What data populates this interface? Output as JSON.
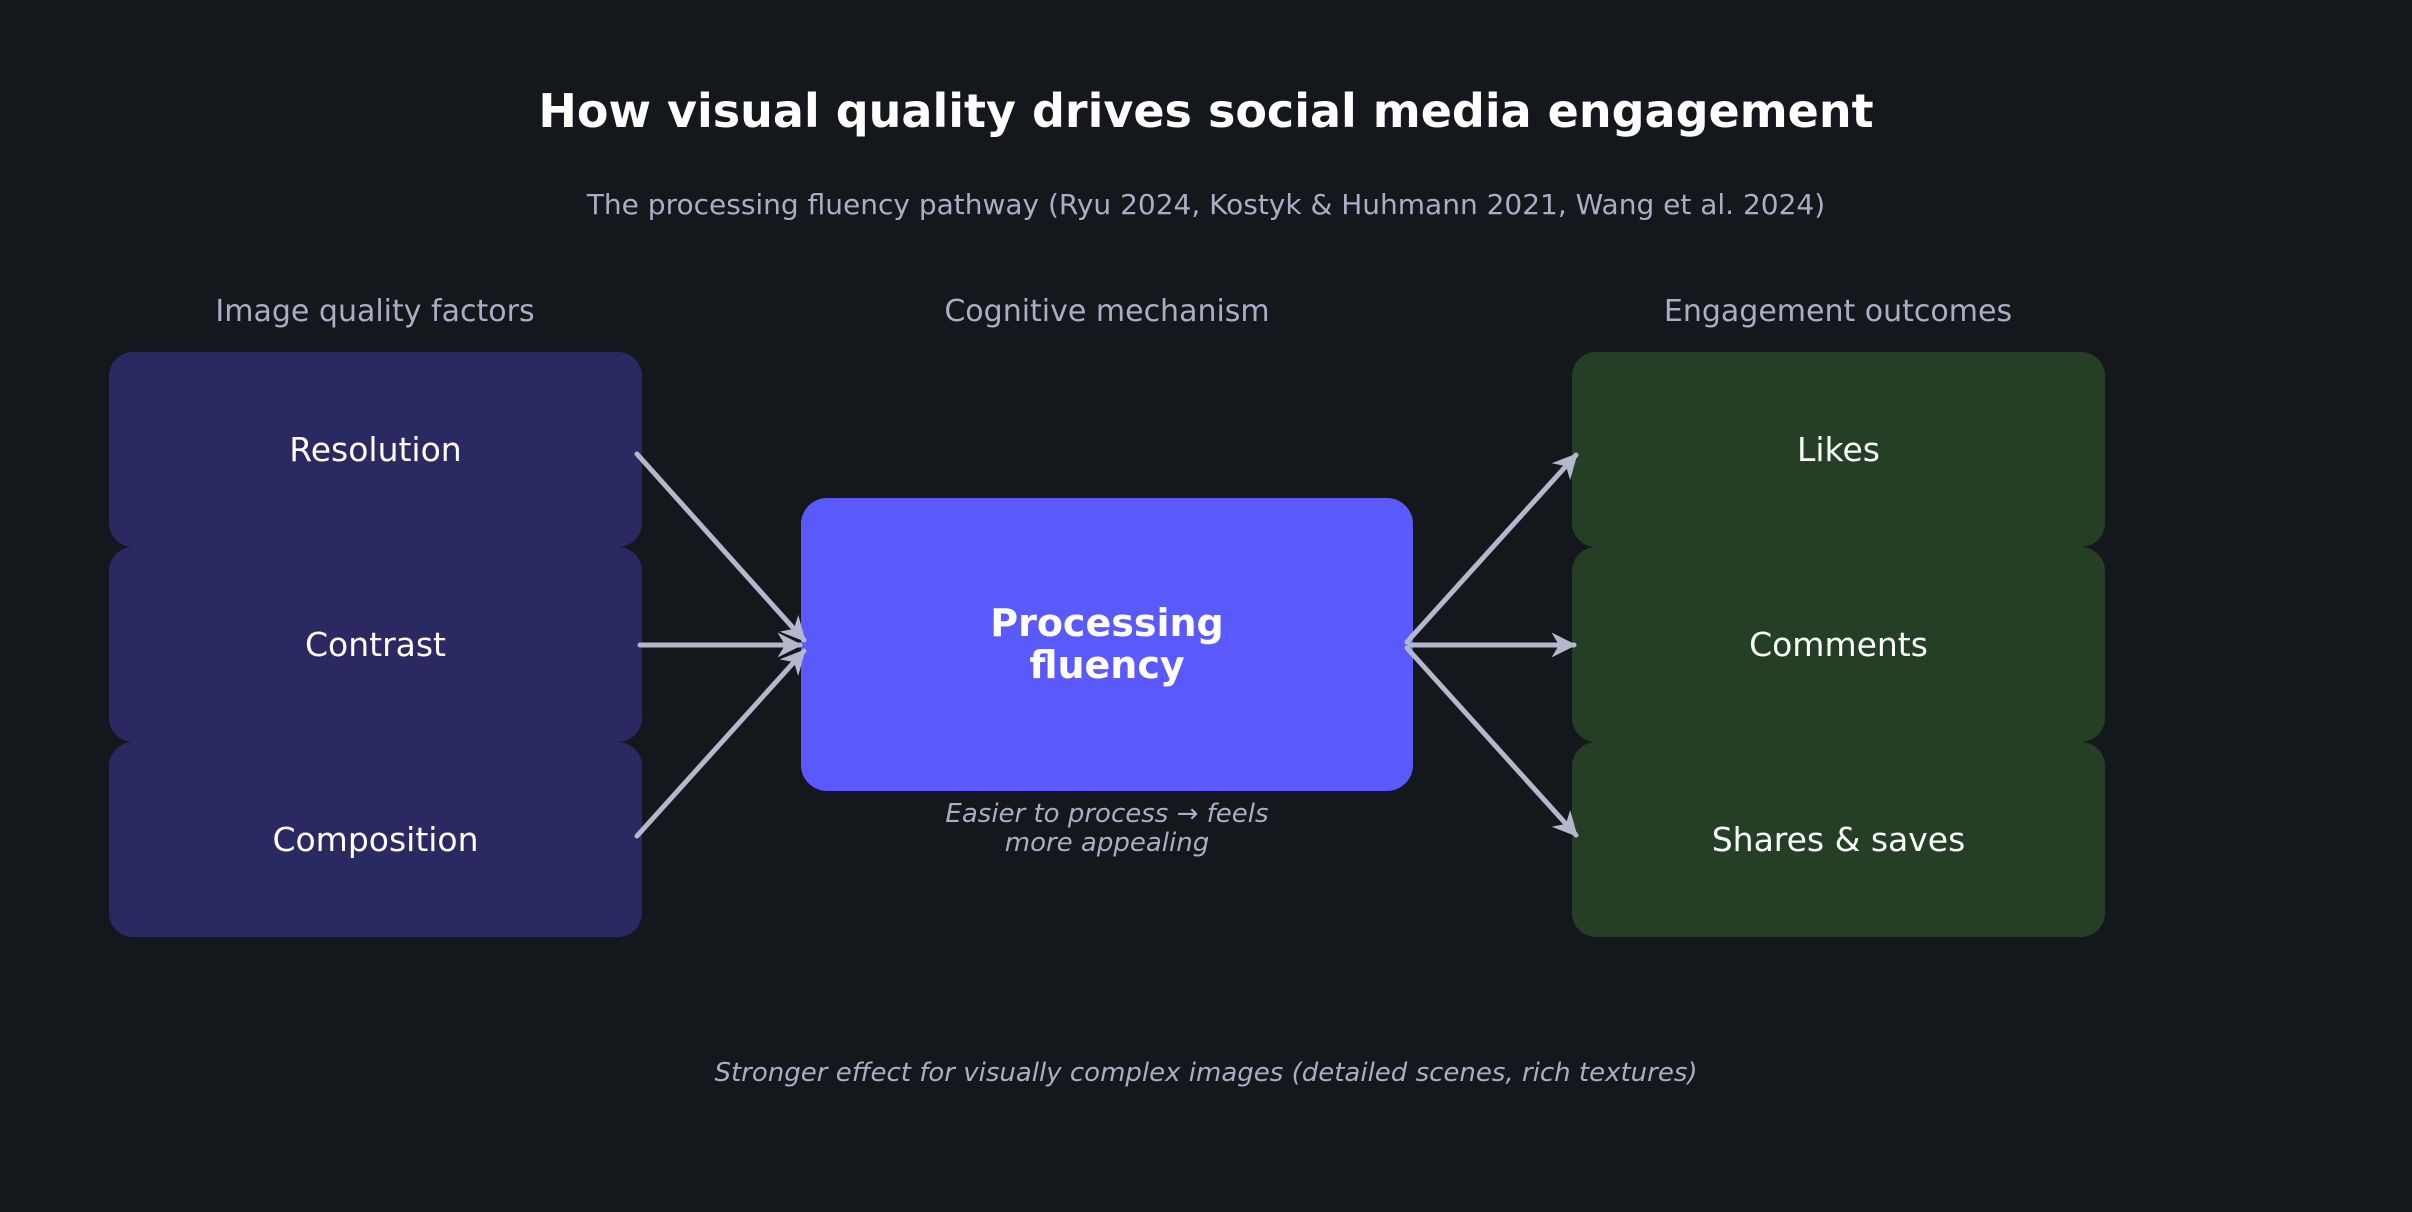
{
  "title": "How visual quality drives social media engagement",
  "subtitle": "The processing fluency pathway (Ryu 2024, Kostyk & Huhmann 2021, Wang et al. 2024)",
  "columns": {
    "left_header": "Image quality factors",
    "center_header": "Cognitive mechanism",
    "right_header": "Engagement outcomes"
  },
  "factors": [
    {
      "label": "Resolution"
    },
    {
      "label": "Contrast"
    },
    {
      "label": "Composition"
    }
  ],
  "mechanism": {
    "label": "Processing\nfluency",
    "note": "Easier to process → feels\nmore appealing"
  },
  "outcomes": [
    {
      "label": "Likes"
    },
    {
      "label": "Comments"
    },
    {
      "label": "Shares & saves"
    }
  ],
  "footer_note": "Stronger effect for visually complex images (detailed scenes, rich textures)",
  "colors": {
    "background": "#14171c",
    "factor_box": "#2a2961",
    "mechanism_box": "#5a5afc",
    "outcome_box": "#253f27",
    "arrow": "#b4b8cc",
    "muted_text": "#a9aec4"
  }
}
